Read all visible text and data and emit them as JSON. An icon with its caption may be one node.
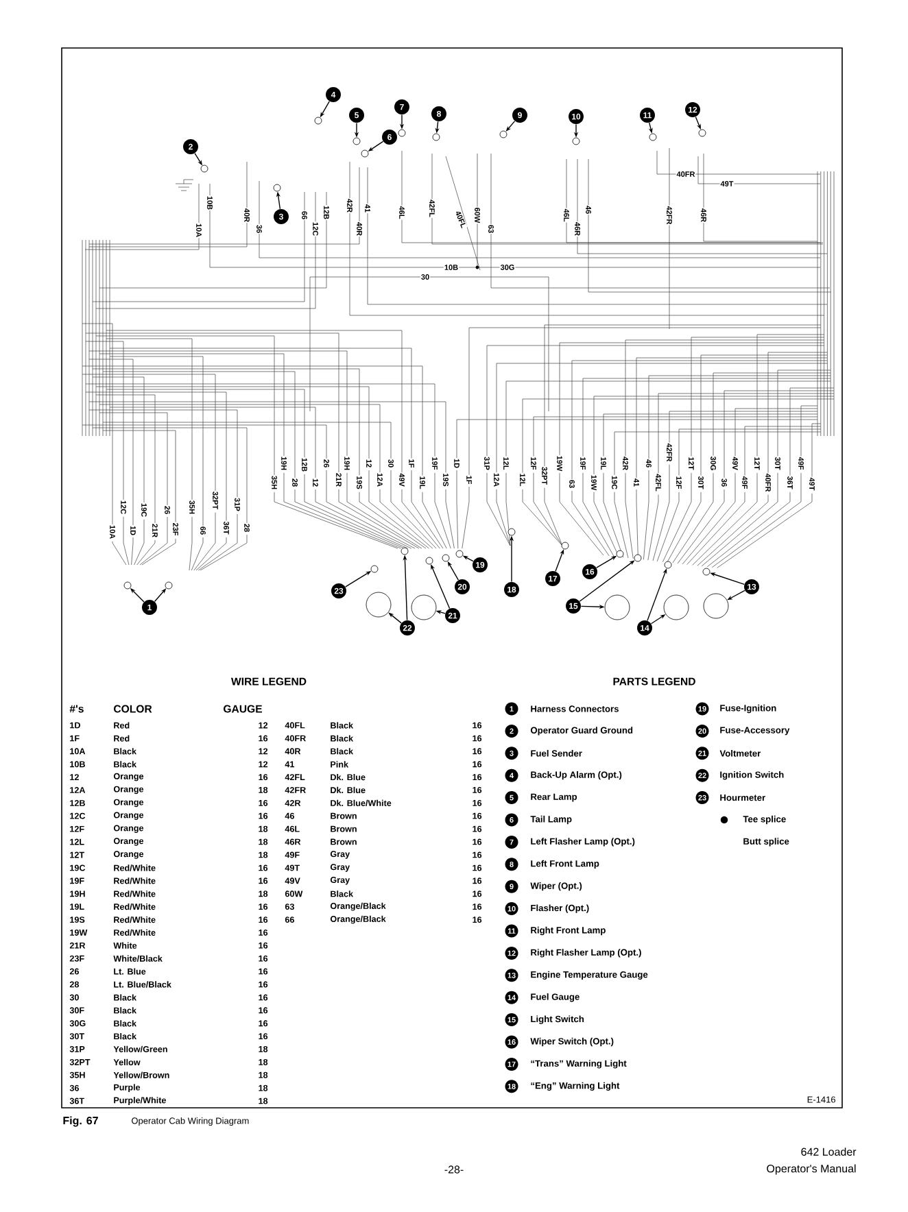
{
  "diagram": {
    "caption": "Operator Cab Wiring Diagram",
    "nodes": [
      {
        "text": [
          "1"
        ]
      },
      {
        "text": [
          "2"
        ]
      },
      {
        "text": [
          "3"
        ]
      },
      {
        "text": [
          "4"
        ]
      },
      {
        "text": [
          "5"
        ]
      },
      {
        "text": [
          "6"
        ]
      },
      {
        "text": [
          "7"
        ]
      },
      {
        "text": [
          "8"
        ]
      },
      {
        "text": [
          "9"
        ]
      },
      {
        "text": [
          "10"
        ]
      },
      {
        "text": [
          "11"
        ]
      },
      {
        "text": [
          "12"
        ]
      },
      {
        "text": [
          "13"
        ]
      },
      {
        "text": [
          "14"
        ]
      },
      {
        "text": [
          "15"
        ]
      },
      {
        "text": [
          "16"
        ]
      },
      {
        "text": [
          "17"
        ]
      },
      {
        "text": [
          "18"
        ]
      },
      {
        "text": [
          "19"
        ]
      },
      {
        "text": [
          "20"
        ]
      },
      {
        "text": [
          "21"
        ]
      },
      {
        "text": [
          "22"
        ]
      },
      {
        "text": [
          "23"
        ]
      },
      {
        "text": [],
        "shape": "circle"
      },
      {
        "text": [],
        "shape": "circle"
      },
      {
        "text": [],
        "shape": "circle"
      },
      {
        "text": [],
        "shape": "circle"
      },
      {
        "text": [],
        "shape": "circle"
      },
      {
        "text": [],
        "shape": "circle"
      },
      {
        "text": [],
        "shape": "circle"
      },
      {
        "text": [],
        "shape": "circle"
      },
      {
        "text": [],
        "shape": "circle"
      },
      {
        "text": [],
        "shape": "circle"
      },
      {
        "text": [],
        "shape": "circle"
      },
      {
        "text": [],
        "shape": "circle"
      },
      {
        "text": [],
        "shape": "circle"
      },
      {
        "text": [],
        "shape": "circle"
      },
      {
        "text": [],
        "shape": "circle"
      },
      {
        "text": [],
        "shape": "circle"
      },
      {
        "text": [],
        "shape": "circle"
      },
      {
        "text": [],
        "shape": "circle"
      },
      {
        "text": [],
        "shape": "circle"
      },
      {
        "text": [],
        "shape": "circle"
      },
      {
        "text": [],
        "shape": "circle"
      },
      {
        "text": [],
        "shape": "circle"
      },
      {
        "text": [],
        "shape": "circle"
      },
      {
        "text": [],
        "shape": "circle"
      },
      {
        "text": [],
        "shape": "circle"
      },
      {
        "text": [],
        "shape": "circle"
      },
      {
        "text": [],
        "shape": "circle"
      },
      {
        "text": [],
        "shape": "circle"
      },
      {
        "text": [],
        "shape": "circle"
      }
    ],
    "edges": [
      {
        "from": 0,
        "to": 23,
        "arrow": "to"
      },
      {
        "from": 0,
        "to": 24,
        "arrow": "to"
      },
      {
        "from": 1,
        "to": 25,
        "arrow": "to"
      },
      {
        "from": 2,
        "to": 26,
        "arrow": "to"
      },
      {
        "from": 3,
        "to": 27,
        "arrow": "to"
      },
      {
        "from": 4,
        "to": 28,
        "arrow": "to"
      },
      {
        "from": 5,
        "to": 29,
        "arrow": "to"
      },
      {
        "from": 6,
        "to": 30,
        "arrow": "to"
      },
      {
        "from": 7,
        "to": 31,
        "arrow": "to"
      },
      {
        "from": 8,
        "to": 32,
        "arrow": "to"
      },
      {
        "from": 9,
        "to": 33,
        "arrow": "to"
      },
      {
        "from": 10,
        "to": 34,
        "arrow": "to"
      },
      {
        "from": 11,
        "to": 35,
        "arrow": "to"
      },
      {
        "from": 12,
        "to": 36,
        "arrow": "to"
      },
      {
        "from": 12,
        "to": 37,
        "arrow": "to"
      },
      {
        "from": 13,
        "to": 38,
        "arrow": "to"
      },
      {
        "from": 13,
        "to": 39,
        "arrow": "to"
      },
      {
        "from": 14,
        "to": 40,
        "arrow": "to"
      },
      {
        "from": 14,
        "to": 41,
        "arrow": "to"
      },
      {
        "from": 15,
        "to": 42,
        "arrow": "to"
      },
      {
        "from": 16,
        "to": 43,
        "arrow": "to"
      },
      {
        "from": 17,
        "to": 44,
        "arrow": "to"
      },
      {
        "from": 18,
        "to": 45,
        "arrow": "to"
      },
      {
        "from": 19,
        "to": 46,
        "arrow": "to"
      },
      {
        "from": 20,
        "to": 47,
        "arrow": "to"
      },
      {
        "from": 20,
        "to": 48,
        "arrow": "to"
      },
      {
        "from": 21,
        "to": 49,
        "arrow": "to"
      },
      {
        "from": 21,
        "to": 50,
        "arrow": "to"
      },
      {
        "from": 22,
        "to": 51,
        "arrow": "to"
      }
    ],
    "labels": [
      "10A",
      "10B",
      "40R",
      "36",
      "66",
      "12C",
      "12B",
      "42R",
      "40R",
      "41",
      "46L",
      "42FL",
      "40FL",
      "60W",
      "63",
      "46L",
      "46R",
      "46",
      "42FR",
      "46R",
      "40FR",
      "49T",
      "10B",
      "30G",
      "30",
      "10A",
      "12C",
      "1D",
      "19C",
      "21R",
      "26",
      "23F",
      "35H",
      "66",
      "32PT",
      "36T",
      "31P",
      "28",
      "35H",
      "19H",
      "28",
      "12B",
      "12",
      "26",
      "21R",
      "19H",
      "19S",
      "12",
      "12A",
      "30",
      "49V",
      "1F",
      "19L",
      "19F",
      "19S",
      "1D",
      "1F",
      "31P",
      "12A",
      "12L",
      "12L",
      "12F",
      "32PT",
      "19W",
      "63",
      "19F",
      "19W",
      "19L",
      "19C",
      "42R",
      "41",
      "46",
      "42FL",
      "42FR",
      "12F",
      "12T",
      "30T",
      "30G",
      "36",
      "49V",
      "49F",
      "12T",
      "40FR",
      "30T",
      "36T",
      "49F",
      "49T",
      "WIRE LEGEND",
      "#'s",
      "COLOR",
      "GAUGE",
      "1D",
      "Red",
      "12",
      "40FL",
      "Black",
      "16",
      "1F",
      "Red",
      "16",
      "40FR",
      "Black",
      "16",
      "10A",
      "Black",
      "12",
      "40R",
      "Black",
      "16",
      "10B",
      "Black",
      "12",
      "41",
      "Pink",
      "16",
      "12",
      "Orange",
      "16",
      "42FL",
      "Dk. Blue",
      "16",
      "12A",
      "Orange",
      "18",
      "42FR",
      "Dk. Blue",
      "16",
      "12B",
      "Orange",
      "16",
      "42R",
      "Dk. Blue/White",
      "16",
      "12C",
      "Orange",
      "16",
      "46",
      "Brown",
      "16",
      "12F",
      "Orange",
      "18",
      "46L",
      "Brown",
      "16",
      "12L",
      "Orange",
      "18",
      "46R",
      "Brown",
      "16",
      "12T",
      "Orange",
      "18",
      "49F",
      "Gray",
      "16",
      "19C",
      "Red/White",
      "16",
      "49T",
      "Gray",
      "16",
      "19F",
      "Red/White",
      "16",
      "49V",
      "Gray",
      "16",
      "19H",
      "Red/White",
      "18",
      "60W",
      "Black",
      "16",
      "19L",
      "Red/White",
      "16",
      "63",
      "Orange/Black",
      "16",
      "19S",
      "Red/White",
      "16",
      "66",
      "Orange/Black",
      "16",
      "19W",
      "Red/White",
      "16",
      "21R",
      "White",
      "16",
      "23F",
      "White/Black",
      "16",
      "26",
      "Lt. Blue",
      "16",
      "28",
      "Lt. Blue/Black",
      "16",
      "30",
      "Black",
      "16",
      "30F",
      "Black",
      "16",
      "30G",
      "Black",
      "16",
      "30T",
      "Black",
      "16",
      "31P",
      "Yellow/Green",
      "18",
      "32PT",
      "Yellow",
      "18",
      "35H",
      "Yellow/Brown",
      "18",
      "36",
      "Purple",
      "18",
      "36T",
      "Purple/White",
      "18",
      "PARTS LEGEND",
      "1",
      "Harness Connectors",
      "19",
      "Fuse-Ignition",
      "2",
      "Operator Guard Ground",
      "20",
      "Fuse-Accessory",
      "3",
      "Fuel Sender",
      "21",
      "Voltmeter",
      "4",
      "Back-Up Alarm (Opt.)",
      "22",
      "Ignition Switch",
      "5",
      "Rear Lamp",
      "23",
      "Hourmeter",
      "6",
      "Tail Lamp",
      "Tee splice",
      "7",
      "Left Flasher Lamp (Opt.)",
      "Butt splice",
      "8",
      "Left Front Lamp",
      "9",
      "Wiper (Opt.)",
      "10",
      "Flasher (Opt.)",
      "11",
      "Right Front Lamp",
      "12",
      "Right Flasher Lamp (Opt.)",
      "13",
      "Engine Temperature Gauge",
      "14",
      "Fuel Gauge",
      "15",
      "Light Switch",
      "16",
      "Wiper Switch (Opt.)",
      "17",
      "“Trans” Warning Light",
      "18",
      "“Eng” Warning Light",
      "E-1416",
      "Fig. 67",
      "-28-",
      "642 Loader",
      "Operator's Manual"
    ]
  }
}
